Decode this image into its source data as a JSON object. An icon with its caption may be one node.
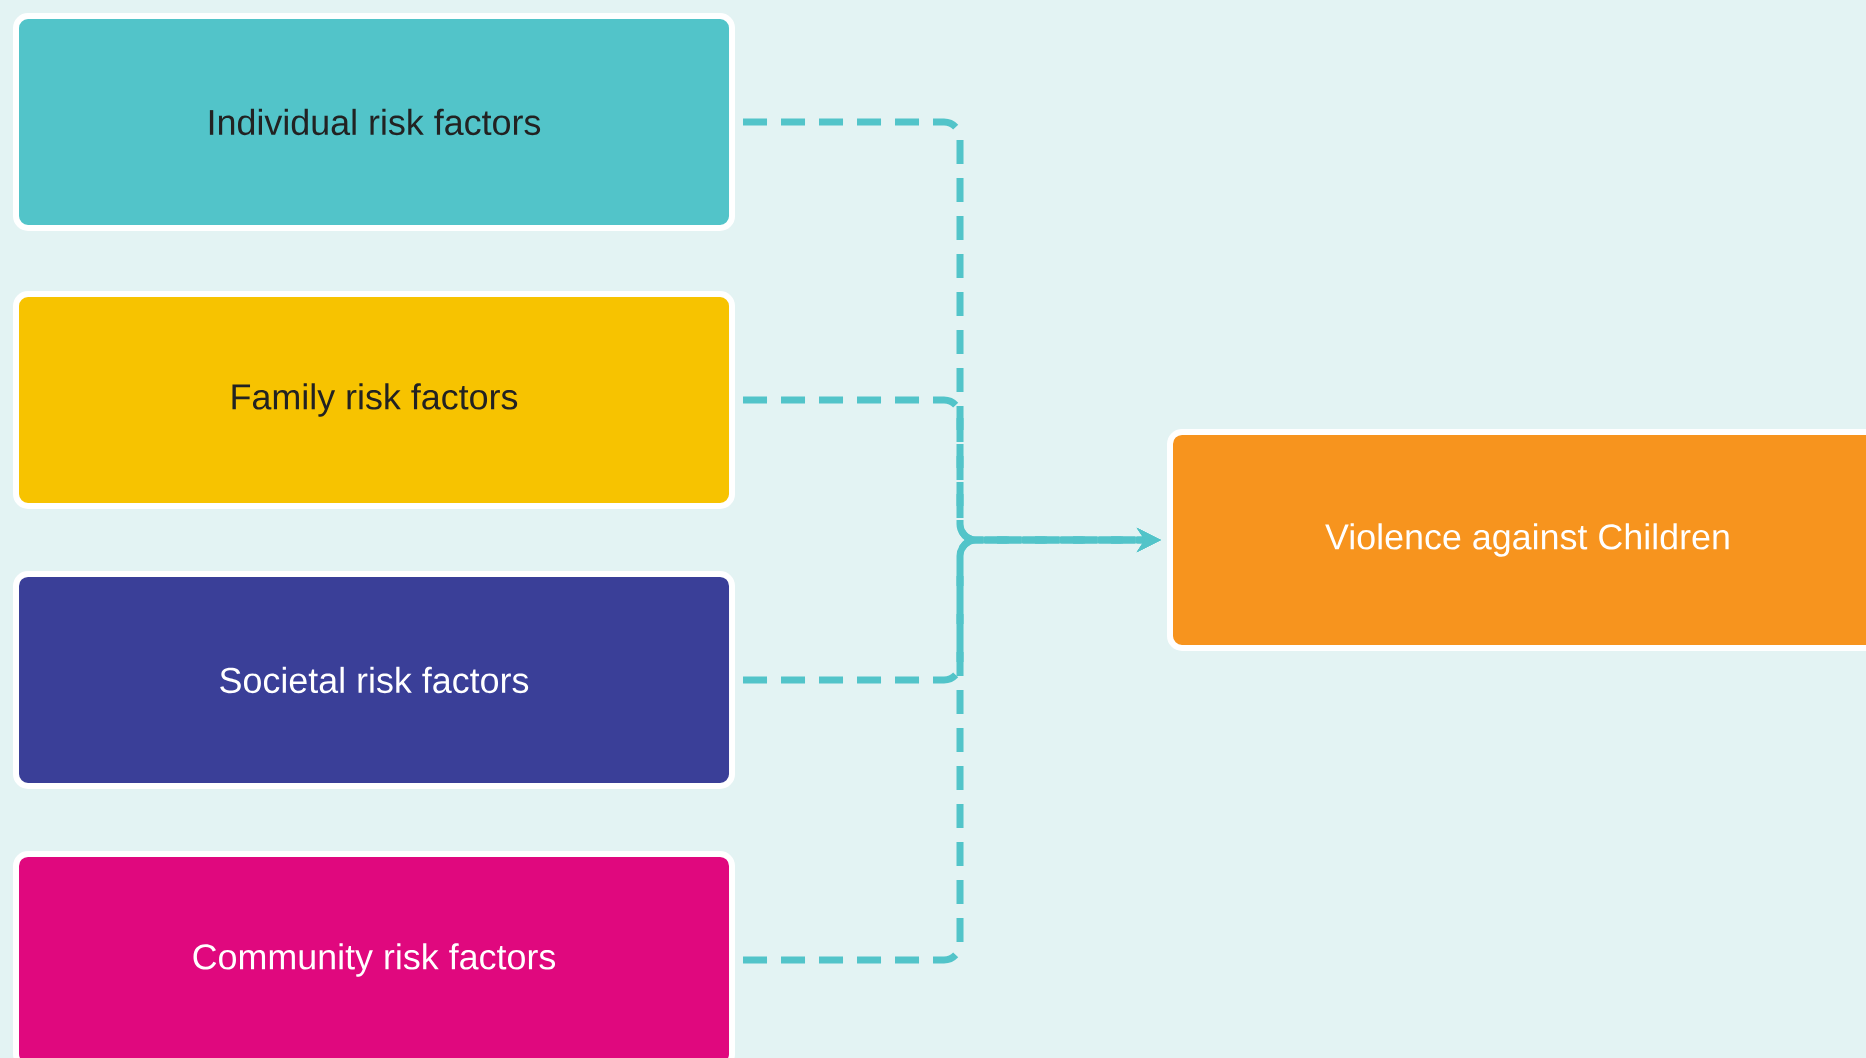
{
  "diagram": {
    "nodes": [
      {
        "text": [
          "Individual risk factors"
        ]
      },
      {
        "text": [
          "Family risk factors"
        ]
      },
      {
        "text": [
          "Societal risk factors"
        ]
      },
      {
        "text": [
          "Community risk factors"
        ]
      },
      {
        "text": [
          "Violence against Children"
        ]
      }
    ],
    "edges": [
      {
        "from": 0,
        "to": 4,
        "arrow": "to",
        "style": "dashed"
      },
      {
        "from": 1,
        "to": 4,
        "arrow": "to",
        "style": "dashed"
      },
      {
        "from": 2,
        "to": 4,
        "arrow": "to",
        "style": "dashed"
      },
      {
        "from": 3,
        "to": 4,
        "arrow": "to",
        "style": "dashed"
      }
    ]
  }
}
